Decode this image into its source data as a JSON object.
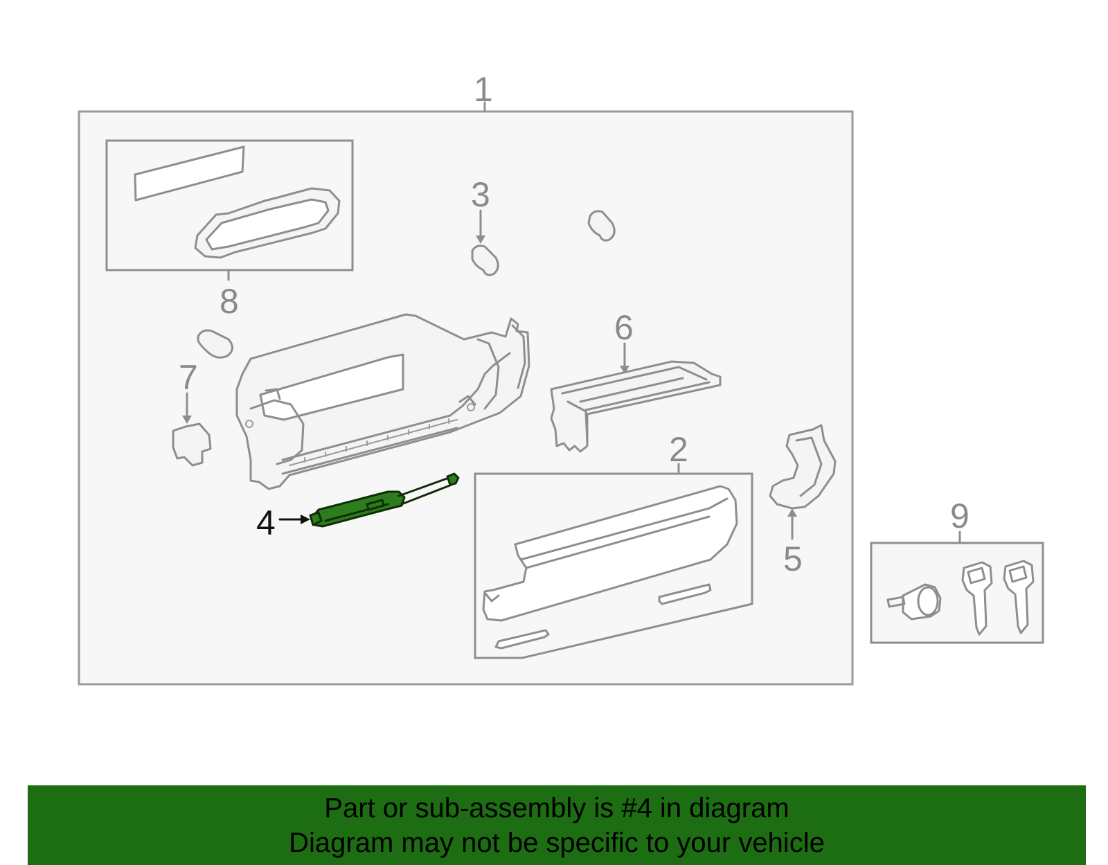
{
  "callouts": {
    "c1": "1",
    "c2": "2",
    "c3": "3",
    "c4": "4",
    "c5": "5",
    "c6": "6",
    "c7": "7",
    "c8": "8",
    "c9": "9"
  },
  "highlighted_part": "4",
  "colors": {
    "banner": "#1d6e12",
    "highlight": "#2e7d1c",
    "outline": "#8e8e8e"
  },
  "banner": {
    "line1": "Part or sub-assembly is #4 in diagram",
    "line2": "Diagram may not be specific to your vehicle"
  }
}
